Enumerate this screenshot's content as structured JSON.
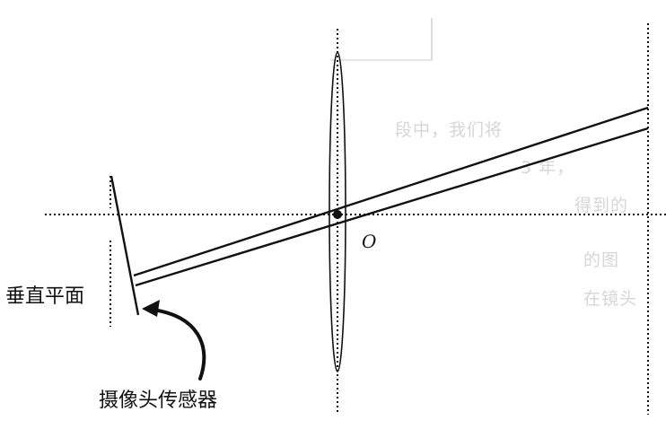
{
  "labels": {
    "center_point": "O",
    "vertical_plane": "垂直平面",
    "camera_sensor": "摄像头传感器"
  },
  "bleed_through_text": [
    "段中，我们将",
    "3 年，",
    "得到的",
    "的图",
    "在镜头"
  ]
}
